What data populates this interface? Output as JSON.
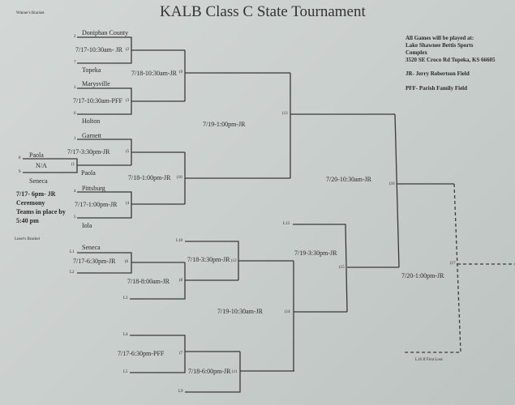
{
  "title": "KALB Class C State Tournament",
  "winners_label": "Winner's Bracket",
  "losers_label": "Loser's Bracket",
  "info": {
    "line1": "All Games will be played at:",
    "line2": "Lake Shawnee Bettis Sports",
    "line3": "Complex",
    "line4": "3520 SE Croco Rd Topeka, KS 66605",
    "jr": "JR- Jerry Robertson Field",
    "pff": "PFF- Parish Family Field"
  },
  "ceremony": {
    "line1": "7/17- 6pm- JR",
    "line2": "Ceremony",
    "line3": "Teams in place by",
    "line4": "5:40 pm"
  },
  "teams": {
    "doniphan": "Doniphan County",
    "topeka": "Topeka",
    "marysville": "Marysville",
    "holton": "Holton",
    "garnett": "Garnett",
    "paola_top": "Paola",
    "na": "N/A",
    "seneca": "Seneca",
    "paola_adv": "Paola",
    "pittsburg": "Pittsburg",
    "iola": "Iola",
    "seneca_l1": "Seneca"
  },
  "seeds": {
    "s2": "2",
    "s7": "7",
    "s3": "3",
    "s6": "6",
    "s1": "1",
    "s8": "8",
    "s9": "9",
    "s4": "4",
    "s5": "5"
  },
  "slots": {
    "l1": "L1",
    "l2": "L2",
    "l3": "L3",
    "l4": "L4",
    "l5": "L5",
    "l9": "L9",
    "l10": "L10",
    "l13": "L13",
    "l16": "L16 If First Loss"
  },
  "games": {
    "g1": "(1",
    "g2": "(2",
    "g3": "(3",
    "g4": "(4",
    "g5": "(5",
    "g6": "(6",
    "g7": "(7",
    "g8": "(8",
    "g9": "(9",
    "g10": "(10",
    "g11": "(11",
    "g12": "(12",
    "g13": "(13",
    "g14": "(14",
    "g15": "(15",
    "g16": "(16",
    "g17": "(17"
  },
  "times": {
    "g2": "7/17-10:30am- JR",
    "g3": "7/17-10:30am-PFF",
    "g5": "7/17-3:30pm-JR",
    "g4": "7/17-1:00pm-JR",
    "g9": "7/18-10:30am-JR",
    "g10": "7/18-1:00pm-JR",
    "g13": "7/19-1:00pm-JR",
    "g6": "7/17-6:30pm-JR",
    "g8": "7/18-8:00am-JR",
    "g12": "7/18-3:30pm-JR",
    "g7": "7/17-6:30pm-PFF",
    "g11": "7/18-6:00pm-JR",
    "g14": "7/19-10:30am-JR",
    "g15": "7/19-3:30pm-JR",
    "g16": "7/20-10:30am-JR",
    "g17": "7/20-1:00pm-JR"
  }
}
